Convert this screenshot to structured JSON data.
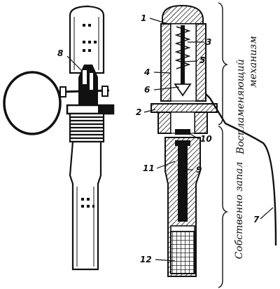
{
  "figure": {
    "callouts": [
      {
        "id": "1",
        "label": "1"
      },
      {
        "id": "2",
        "label": "2"
      },
      {
        "id": "3",
        "label": "3"
      },
      {
        "id": "4",
        "label": "4"
      },
      {
        "id": "5",
        "label": "5"
      },
      {
        "id": "6",
        "label": "6"
      },
      {
        "id": "7",
        "label": "7"
      },
      {
        "id": "8",
        "label": "8"
      },
      {
        "id": "9",
        "label": "9"
      },
      {
        "id": "10",
        "label": "10"
      },
      {
        "id": "11",
        "label": "11"
      },
      {
        "id": "12",
        "label": "12"
      }
    ],
    "brackets": {
      "igniting_mechanism": {
        "line1": "Воспламеняющий",
        "line2": "механизм"
      },
      "fuse_proper": "Собственно запал"
    },
    "colors": {
      "ink": "#111111",
      "paper": "#ffffff",
      "hatch": "#333333"
    }
  }
}
